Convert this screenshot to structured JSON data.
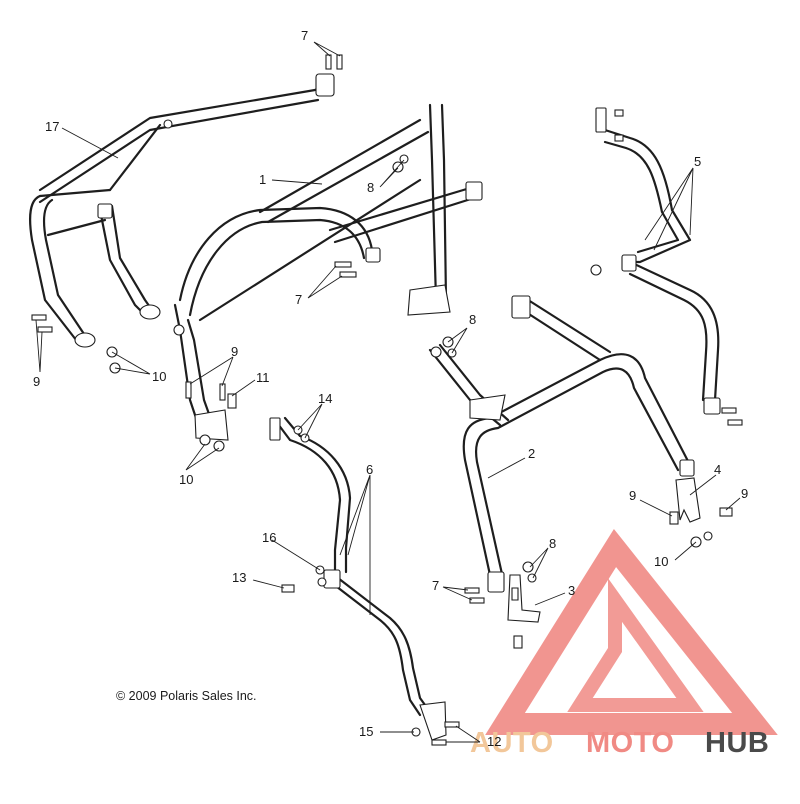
{
  "labels": {
    "p1": "1",
    "p2": "2",
    "p3": "3",
    "p4": "4",
    "p5": "5",
    "p6": "6",
    "p7a": "7",
    "p7b": "7",
    "p7c": "7",
    "p8a": "8",
    "p8b": "8",
    "p8c": "8",
    "p9a": "9",
    "p9b": "9",
    "p9c": "9",
    "p9d": "9",
    "p10a": "10",
    "p10b": "10",
    "p10c": "10",
    "p11": "11",
    "p12": "12",
    "p13": "13",
    "p14": "14",
    "p15": "15",
    "p16": "16",
    "p17": "17"
  },
  "copyright": "© 2009 Polaris Sales Inc.",
  "logo": {
    "word_auto": "AUTO",
    "word_moto": "MOTO",
    "word_hub": "HUB",
    "colors": {
      "mark": "#f08a84",
      "auto": "#f2c79a",
      "moto": "#f08a84",
      "hub": "#4a4a4a"
    }
  }
}
